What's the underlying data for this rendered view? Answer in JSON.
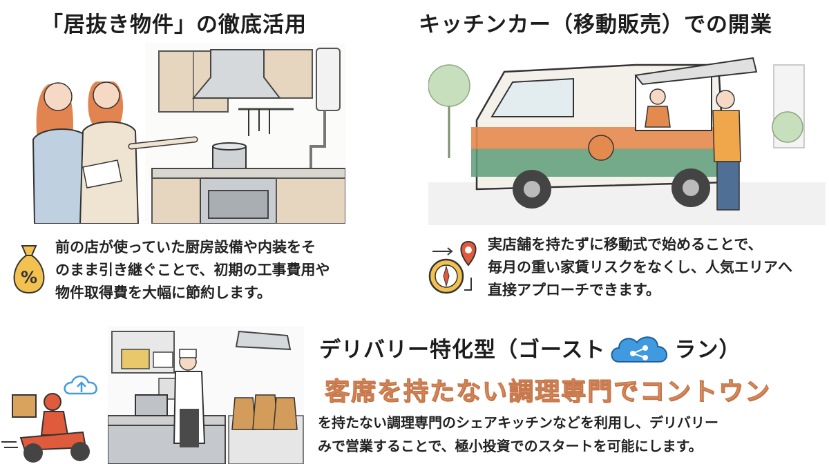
{
  "section1": {
    "title": "「居抜き物件」の徹底活用",
    "lines": [
      "前の店が使っていた厨房設備や内装をそ",
      "のまま引き継ぐことで、初期の工事費用や",
      "物件取得費を大幅に節約します。"
    ],
    "icon_symbol": "%"
  },
  "section2": {
    "title": "キッチンカー（移動販売）での開業",
    "lines": [
      "実店舗を持たずに移動式で始めることで、",
      "毎月の重い家賃リスクをなくし、人気エリアへ",
      "直接アプローチできます。"
    ]
  },
  "section3": {
    "title_prefix": "デリバリー特化型（ゴースト",
    "title_suffix": "ラン）",
    "subtitle": "客席を持たない調理専門でコントウン",
    "lines": [
      "を持たない調理専門のシェアキッチンなどを利用し、デリバリー",
      "みで営業することで、極小投資でのスタートを可能にします。"
    ]
  },
  "colors": {
    "accent_orange": "#e58a4f",
    "subtitle_orange": "#e9996b",
    "cloud_blue": "#3f9ae0",
    "truck_green": "#5d9c78"
  }
}
